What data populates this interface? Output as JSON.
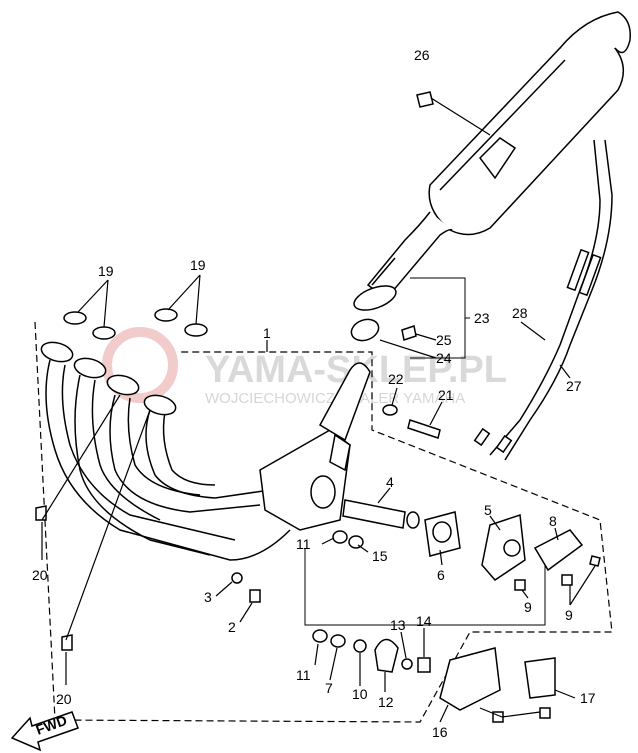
{
  "watermark": {
    "title": "YAMA-SKLEP.PL",
    "subtitle": "WOJCIECHOWICZ DEALER YAMAHA",
    "logo_color": "#e8a0a0"
  },
  "direction_marker": "FWD",
  "callouts": {
    "n1": "1",
    "n2": "2",
    "n3": "3",
    "n4": "4",
    "n5": "5",
    "n6": "6",
    "n7": "7",
    "n8": "8",
    "n9a": "9",
    "n9b": "9",
    "n10": "10",
    "n11a": "11",
    "n11b": "11",
    "n12": "12",
    "n13": "13",
    "n14": "14",
    "n15": "15",
    "n16": "16",
    "n17": "17",
    "n19a": "19",
    "n19b": "19",
    "n20a": "20",
    "n20b": "20",
    "n21": "21",
    "n22": "22",
    "n23": "23",
    "n24": "24",
    "n25": "25",
    "n26": "26",
    "n27": "27",
    "n28": "28"
  }
}
